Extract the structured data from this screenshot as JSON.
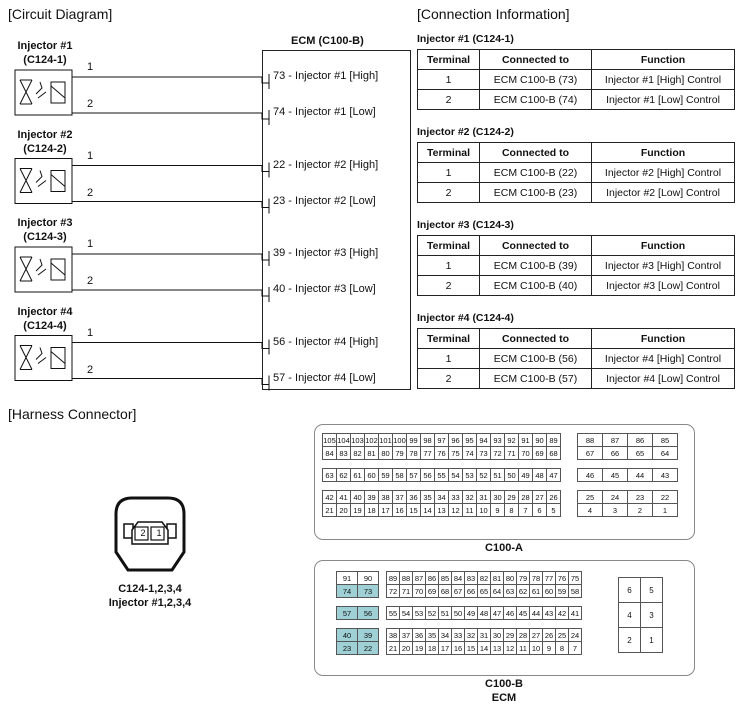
{
  "circuit": {
    "title": "[Circuit Diagram]",
    "ecm_title": "ECM (C100-B)",
    "injectors": [
      {
        "name": "Injector #1",
        "conn": "(C124-1)",
        "pin1": "1",
        "pin2": "2",
        "high": "73 - Injector #1 [High]",
        "low": "74 - Injector #1 [Low]"
      },
      {
        "name": "Injector #2",
        "conn": "(C124-2)",
        "pin1": "1",
        "pin2": "2",
        "high": "22 - Injector #2 [High]",
        "low": "23 - Injector #2 [Low]"
      },
      {
        "name": "Injector #3",
        "conn": "(C124-3)",
        "pin1": "1",
        "pin2": "2",
        "high": "39 - Injector #3 [High]",
        "low": "40 - Injector #3 [Low]"
      },
      {
        "name": "Injector #4",
        "conn": "(C124-4)",
        "pin1": "1",
        "pin2": "2",
        "high": "56 - Injector #4 [High]",
        "low": "57 - Injector #4 [Low]"
      }
    ]
  },
  "connection": {
    "title": "[Connection Information]",
    "headers": [
      "Terminal",
      "Connected to",
      "Function"
    ],
    "groups": [
      {
        "title": "Injector #1 (C124-1)",
        "rows": [
          [
            "1",
            "ECM C100-B (73)",
            "Injector #1 [High] Control"
          ],
          [
            "2",
            "ECM C100-B (74)",
            "Injector #1 [Low] Control"
          ]
        ]
      },
      {
        "title": "Injector #2 (C124-2)",
        "rows": [
          [
            "1",
            "ECM C100-B (22)",
            "Injector #2 [High] Control"
          ],
          [
            "2",
            "ECM C100-B (23)",
            "Injector #2 [Low] Control"
          ]
        ]
      },
      {
        "title": "Injector #3 (C124-3)",
        "rows": [
          [
            "1",
            "ECM C100-B (39)",
            "Injector #3 [High] Control"
          ],
          [
            "2",
            "ECM C100-B (40)",
            "Injector #3 [Low] Control"
          ]
        ]
      },
      {
        "title": "Injector #4 (C124-4)",
        "rows": [
          [
            "1",
            "ECM C100-B (56)",
            "Injector #4 [High] Control"
          ],
          [
            "2",
            "ECM C100-B (57)",
            "Injector #4 [Low] Control"
          ]
        ]
      }
    ]
  },
  "harness": {
    "title": "[Harness Connector]",
    "injector_conn_pins": [
      "2",
      "1"
    ],
    "injector_conn_label1": "C124-1,2,3,4",
    "injector_conn_label2": "Injector #1,2,3,4",
    "c100a_label": "C100-A",
    "c100b_label": "C100-B",
    "c100b_sub": "ECM",
    "highlight_color": "#9fd0d6",
    "c100a": {
      "main": [
        [
          "105",
          "104",
          "103",
          "102",
          "101",
          "100",
          "99",
          "98",
          "97",
          "96",
          "95",
          "94",
          "93",
          "92",
          "91",
          "90",
          "89"
        ],
        [
          "84",
          "83",
          "82",
          "81",
          "80",
          "79",
          "78",
          "77",
          "76",
          "75",
          "74",
          "73",
          "72",
          "71",
          "70",
          "69",
          "68"
        ],
        [],
        [
          "63",
          "62",
          "61",
          "60",
          "59",
          "58",
          "57",
          "56",
          "55",
          "54",
          "53",
          "52",
          "51",
          "50",
          "49",
          "48",
          "47"
        ],
        [],
        [
          "42",
          "41",
          "40",
          "39",
          "38",
          "37",
          "36",
          "35",
          "34",
          "33",
          "32",
          "31",
          "30",
          "29",
          "28",
          "27",
          "26"
        ],
        [
          "21",
          "20",
          "19",
          "18",
          "17",
          "16",
          "15",
          "14",
          "13",
          "12",
          "11",
          "10",
          "9",
          "8",
          "7",
          "6",
          "5"
        ]
      ],
      "right": [
        [
          "88",
          "87",
          "86",
          "85"
        ],
        [
          "67",
          "66",
          "65",
          "64"
        ],
        [],
        [
          "46",
          "45",
          "44",
          "43"
        ],
        [],
        [
          "25",
          "24",
          "23",
          "22"
        ],
        [
          "4",
          "3",
          "2",
          "1"
        ]
      ]
    },
    "c100b": {
      "left": [
        [
          "91",
          "90"
        ],
        [
          "74",
          "73"
        ],
        [],
        [
          "57",
          "56"
        ],
        [],
        [
          "40",
          "39"
        ],
        [
          "23",
          "22"
        ]
      ],
      "main": [
        [
          "89",
          "88",
          "87",
          "86",
          "85",
          "84",
          "83",
          "82",
          "81",
          "80",
          "79",
          "78",
          "77",
          "76",
          "75"
        ],
        [
          "72",
          "71",
          "70",
          "69",
          "68",
          "67",
          "66",
          "65",
          "64",
          "63",
          "62",
          "61",
          "60",
          "59",
          "58"
        ],
        [],
        [
          "55",
          "54",
          "53",
          "52",
          "51",
          "50",
          "49",
          "48",
          "47",
          "46",
          "45",
          "44",
          "43",
          "42",
          "41"
        ],
        [],
        [
          "38",
          "37",
          "36",
          "35",
          "34",
          "33",
          "32",
          "31",
          "30",
          "29",
          "28",
          "27",
          "26",
          "25",
          "24"
        ],
        [
          "21",
          "20",
          "19",
          "18",
          "17",
          "16",
          "15",
          "14",
          "13",
          "12",
          "11",
          "10",
          "9",
          "8",
          "7"
        ]
      ],
      "right": [
        [
          "6",
          "5"
        ],
        [
          "4",
          "3"
        ],
        [
          "2",
          "1"
        ]
      ],
      "highlighted": [
        "74",
        "73",
        "57",
        "56",
        "40",
        "39",
        "23",
        "22"
      ]
    }
  }
}
